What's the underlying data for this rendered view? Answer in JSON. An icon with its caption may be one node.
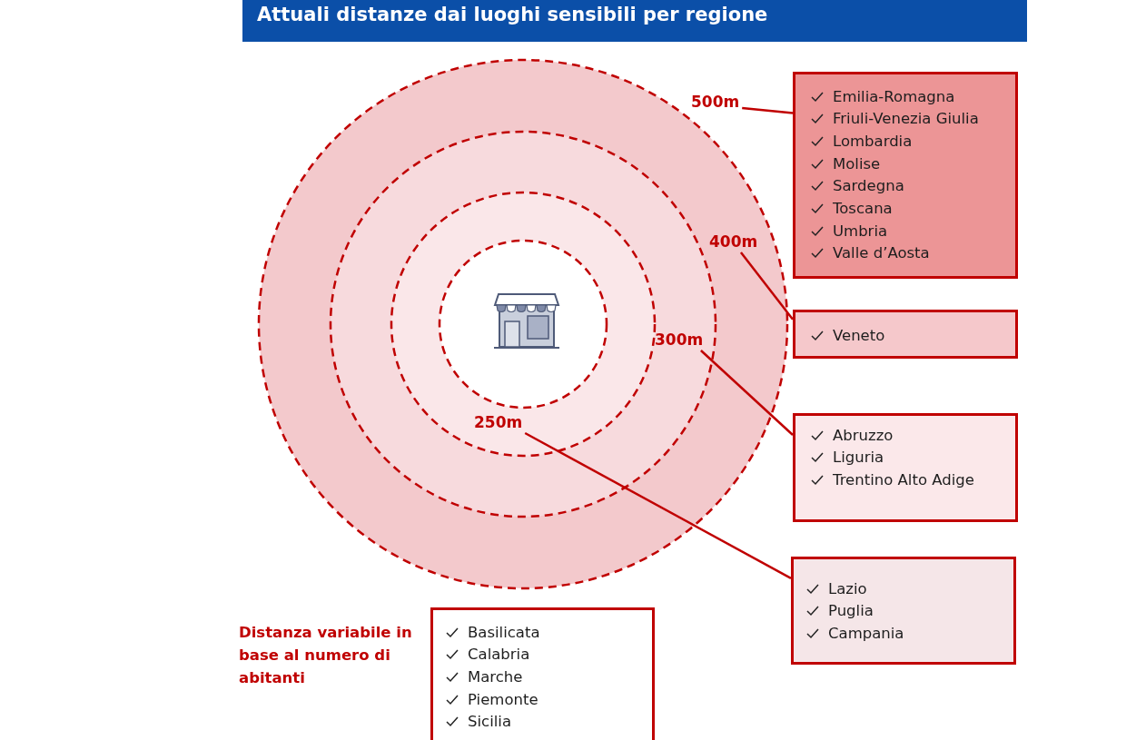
{
  "diagram": {
    "title": "Attuali distanze dai luoghi sensibili per regione",
    "nodes": [
      {
        "text": [
          "500m"
        ]
      },
      {
        "text": [
          "Emilia-Romagna",
          "Friuli-Venezia Giulia",
          "Lombardia",
          "Molise",
          "Sardegna",
          "Toscana",
          "Umbria",
          "Valle d’Aosta"
        ]
      },
      {
        "text": [
          "400m"
        ]
      },
      {
        "text": [
          "Veneto"
        ]
      },
      {
        "text": [
          "300m"
        ]
      },
      {
        "text": [
          "Abruzzo",
          "Liguria",
          "Trentino Alto Adige"
        ]
      },
      {
        "text": [
          "250m"
        ]
      },
      {
        "text": [
          "Lazio",
          "Puglia",
          "Campania"
        ]
      },
      {
        "text": [
          "Basilicata",
          "Calabria",
          "Marche",
          "Piemonte",
          "Sicilia"
        ]
      }
    ],
    "edges": [
      {
        "from": 0,
        "to": 1,
        "arrow": "none"
      },
      {
        "from": 2,
        "to": 3,
        "arrow": "none"
      },
      {
        "from": 4,
        "to": 5,
        "arrow": "none"
      },
      {
        "from": 6,
        "to": 7,
        "arrow": "none"
      }
    ],
    "labels": [
      "Distanza variabile in base al numero di abitanti"
    ]
  }
}
